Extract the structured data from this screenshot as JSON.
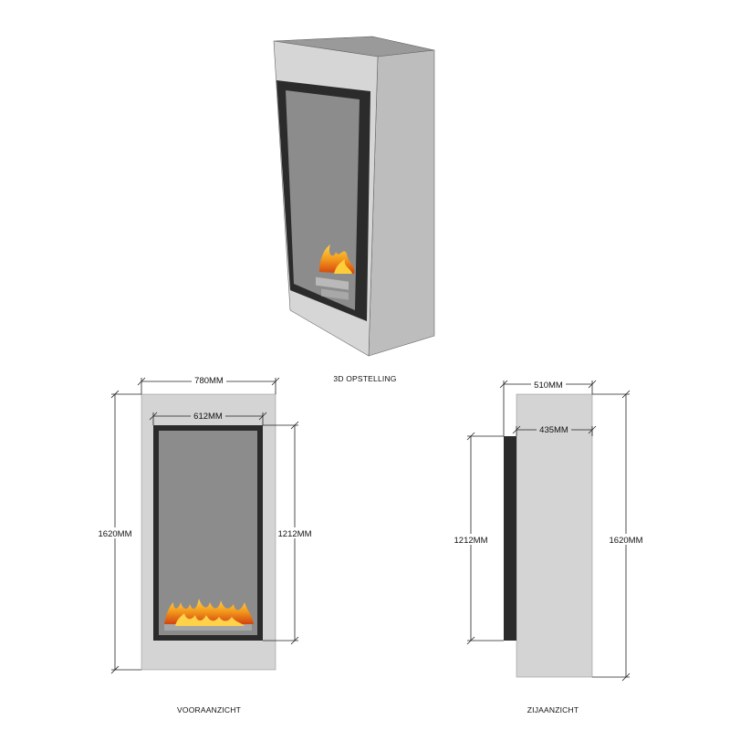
{
  "views": {
    "iso_caption": "3D OPSTELLING",
    "front_caption": "VOORAANZICHT",
    "side_caption": "ZIJAANZICHT"
  },
  "front": {
    "outer_width": "780MM",
    "inner_width": "612MM",
    "outer_height": "1620MM",
    "inner_height": "1212MM"
  },
  "side": {
    "outer_depth": "510MM",
    "inner_depth": "435MM",
    "glass_height": "1212MM",
    "outer_height": "1620MM"
  },
  "colors": {
    "body": "#d4d4d4",
    "body_side": "#bdbdbd",
    "body_top": "#9e9e9e",
    "frame": "#2b2b2b",
    "glass": "#8c8c8c",
    "flame": "#f39a1c"
  }
}
